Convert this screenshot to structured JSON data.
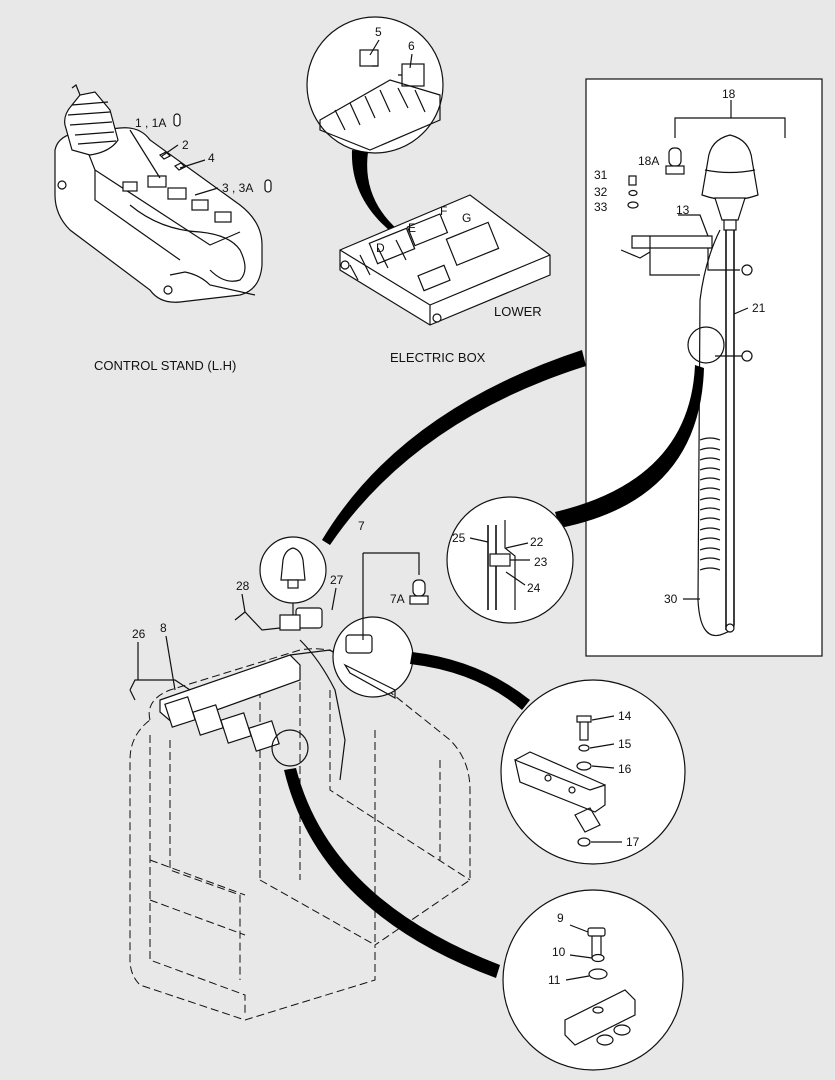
{
  "captions": {
    "control_stand": "CONTROL STAND (L.H)",
    "electric_box": "ELECTRIC BOX",
    "lower": "LOWER"
  },
  "callouts": {
    "c1": "1 , 1A",
    "c2": "2",
    "c3": "3 , 3A",
    "c4": "4",
    "c5": "5",
    "c6": "6",
    "c7": "7",
    "c7a": "7A",
    "c8": "8",
    "c9": "9",
    "c10": "10",
    "c11": "11",
    "c13": "13",
    "c14": "14",
    "c15": "15",
    "c16": "16",
    "c17": "17",
    "c18": "18",
    "c18a": "18A",
    "c21": "21",
    "c22": "22",
    "c23": "23",
    "c24": "24",
    "c25": "25",
    "c26": "26",
    "c27": "27",
    "c28": "28",
    "c30": "30",
    "c31": "31",
    "c32": "32",
    "c33": "33"
  },
  "box_letters": {
    "d": "D",
    "e": "E",
    "f": "F",
    "g": "G"
  }
}
